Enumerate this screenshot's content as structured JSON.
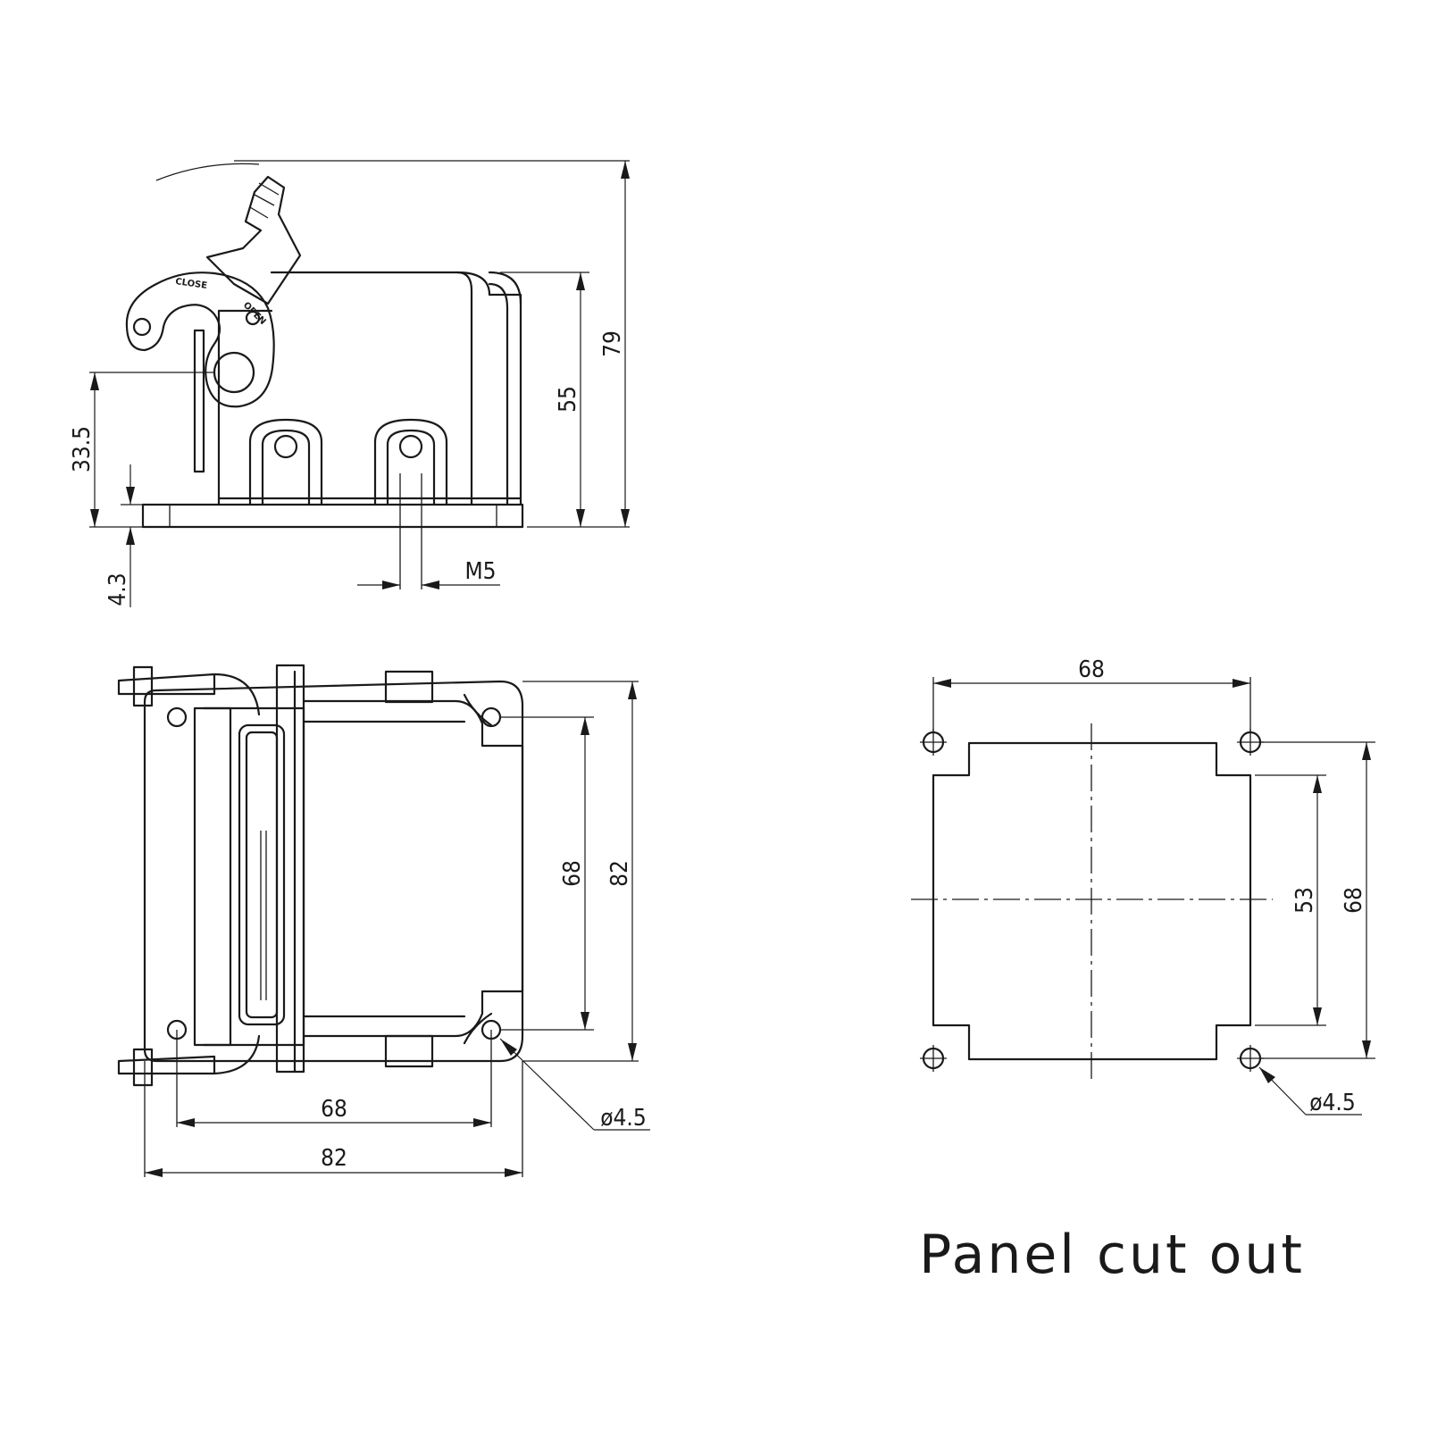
{
  "side_view": {
    "lever_labels": {
      "close": "CLOSE",
      "open": "OPEN"
    },
    "dims": {
      "overall_height": "79",
      "housing_height": "55",
      "pivot_height": "33.5",
      "base_thickness": "4.3",
      "thread": "M5"
    }
  },
  "top_view": {
    "dims": {
      "hole_spacing_h": "68",
      "overall_width": "82",
      "hole_spacing_v": "68",
      "overall_height": "82",
      "hole_diameter": "ø4.5"
    }
  },
  "cutout_view": {
    "dims": {
      "hole_spacing_h": "68",
      "opening_height": "53",
      "hole_spacing_v": "68",
      "hole_diameter": "ø4.5"
    },
    "caption": "Panel cut out"
  }
}
